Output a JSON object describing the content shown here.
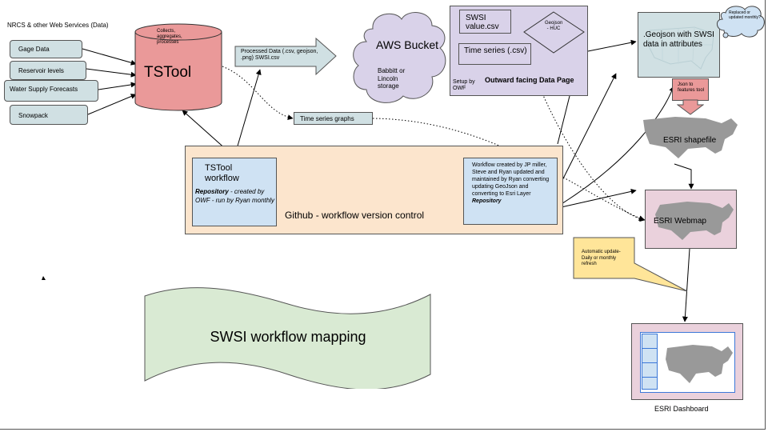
{
  "title": "SWSI workflow mapping",
  "sources": {
    "header": "NRCS & other Web Services (Data)",
    "items": [
      "Gage Data",
      "Reservoir levels",
      "Water Supply Forecasts",
      "Snowpack"
    ]
  },
  "tstool": {
    "label": "TSTool",
    "note": "Collects, aggregates, processes"
  },
  "processed_arrow": "Processed Data (.csv, geojson, .png) SWSI.csv",
  "time_series_graphs": "Time series graphs",
  "aws": {
    "title": "AWS Bucket",
    "sub": "Babbitt or Lincoln storage"
  },
  "outward": {
    "swsi_csv": "SWSI value.csv",
    "time_series": "Time series (.csv)",
    "geojson_huc": "Geojson - HUC",
    "setup": "Setup by OWF",
    "page_label": "Outward facing Data Page"
  },
  "geojson_box": ".Geojson with SWSI data in attributes",
  "cloud_note": "Replaced or updated monthly?",
  "json_tool": "Json to features tool",
  "shapefile": "ESRI shapefile",
  "webmap": "ESRI Webmap",
  "auto_update": "Automatic update- Daily or monthly refresh",
  "dashboard": "ESRI Dashboard",
  "github": {
    "label": "Github - workflow version control",
    "tstool_workflow": "TSTool workflow",
    "tstool_repo_bold": "Repository",
    "tstool_repo_rest": " - created by OWF - run by Ryan monthly",
    "workflow_text": "Workflow created by JP miller, Steve and Ryan updated and maintained by Ryan converting updating GeoJson and converting to Esri Layer ",
    "workflow_repo": "Repository"
  },
  "colors": {
    "source_fill": "#d0e0e3",
    "tstool_fill": "#ea9999",
    "aws_fill": "#d9d2e9",
    "outward_fill": "#d9d2e9",
    "github_fill": "#fce5cd",
    "workflow_fill": "#cfe2f3",
    "pink_fill": "#ead1dc",
    "banner_fill": "#d9ead3",
    "note_fill": "#ffe599",
    "map_fill": "#999999"
  }
}
